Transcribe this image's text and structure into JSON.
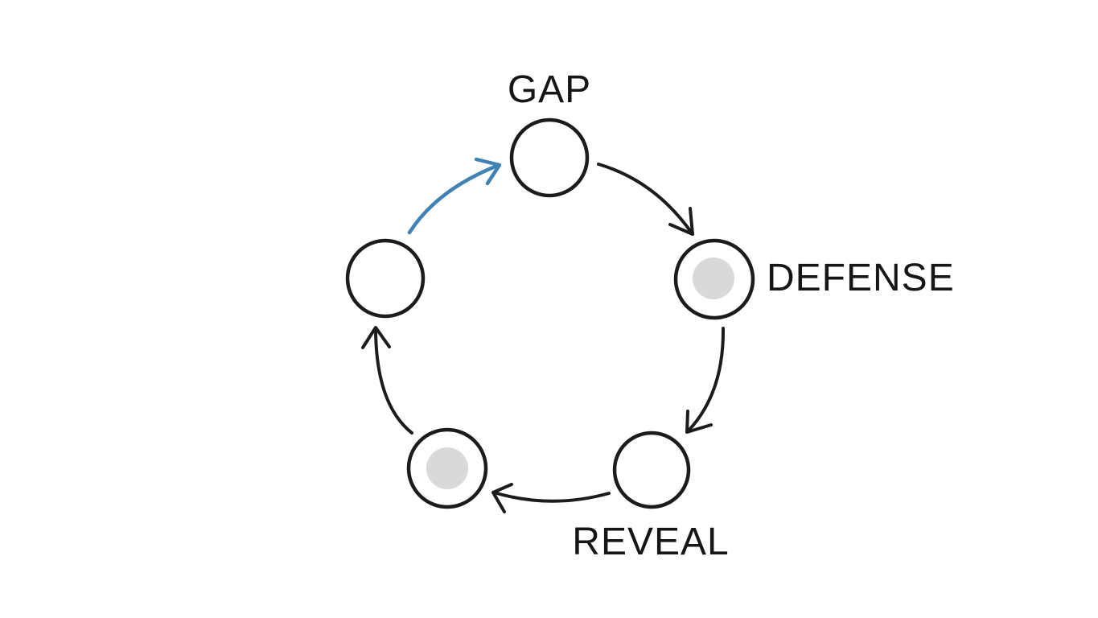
{
  "diagram": {
    "type": "cycle",
    "background": "#ffffff",
    "nodes": [
      {
        "id": "gap",
        "label": "GAP",
        "label_position": "top",
        "has_inner_dot": false
      },
      {
        "id": "defense",
        "label": "DEFENSE",
        "label_position": "right",
        "has_inner_dot": true
      },
      {
        "id": "reveal",
        "label": "REVEAL",
        "label_position": "bottom",
        "has_inner_dot": false
      },
      {
        "id": "stage-bottom-left",
        "label": "",
        "label_position": "none",
        "has_inner_dot": true
      },
      {
        "id": "stage-left",
        "label": "",
        "label_position": "none",
        "has_inner_dot": false
      }
    ],
    "edges": [
      {
        "from": "gap",
        "to": "defense",
        "style": "curved-arrow",
        "color": "#1c1c1c"
      },
      {
        "from": "defense",
        "to": "reveal",
        "style": "curved-arrow",
        "color": "#1c1c1c"
      },
      {
        "from": "reveal",
        "to": "stage-bottom-left",
        "style": "curved-arrow",
        "color": "#1c1c1c"
      },
      {
        "from": "stage-bottom-left",
        "to": "stage-left",
        "style": "curved-arrow",
        "color": "#1c1c1c"
      },
      {
        "from": "stage-left",
        "to": "gap",
        "style": "curved-arrow",
        "color": "#4182b4"
      }
    ],
    "colors": {
      "ink": "#1c1c1c",
      "inner_dot": "#d9d9d9",
      "accent_arrow": "#4182b4",
      "background": "#ffffff"
    }
  }
}
